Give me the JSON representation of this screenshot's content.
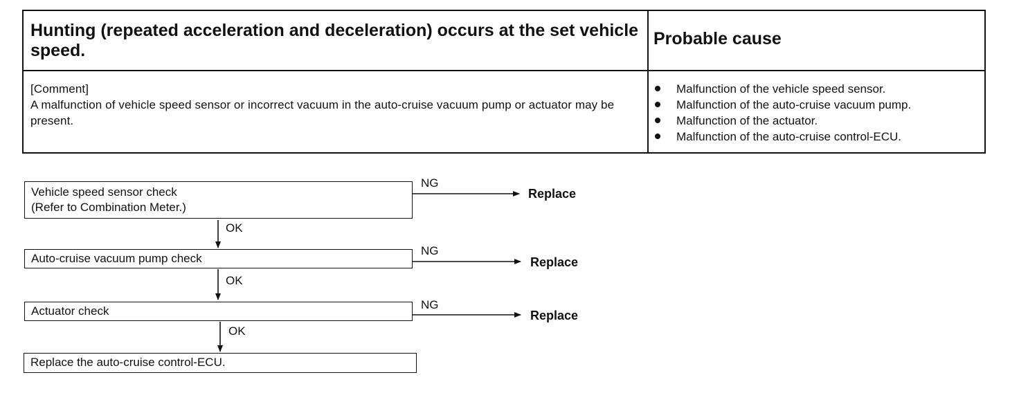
{
  "table": {
    "title": "Hunting (repeated acceleration and deceleration) occurs at the set vehicle speed.",
    "cause_heading": "Probable cause",
    "comment_heading": "[Comment]",
    "comment_text": "A malfunction of vehicle speed sensor or incorrect vacuum in the auto-cruise vacuum pump or actuator may be present.",
    "causes": [
      "Malfunction of the vehicle speed sensor.",
      "Malfunction of the auto-cruise vacuum pump.",
      "Malfunction of the actuator.",
      "Malfunction of the auto-cruise control-ECU."
    ]
  },
  "flow": {
    "step1_line1": "Vehicle speed sensor check",
    "step1_line2": "(Refer to Combination Meter.)",
    "step2": "Auto-cruise vacuum pump check",
    "step3": "Actuator check",
    "step4": "Replace the auto-cruise control-ECU.",
    "ng": "NG",
    "ok": "OK",
    "replace": "Replace"
  }
}
